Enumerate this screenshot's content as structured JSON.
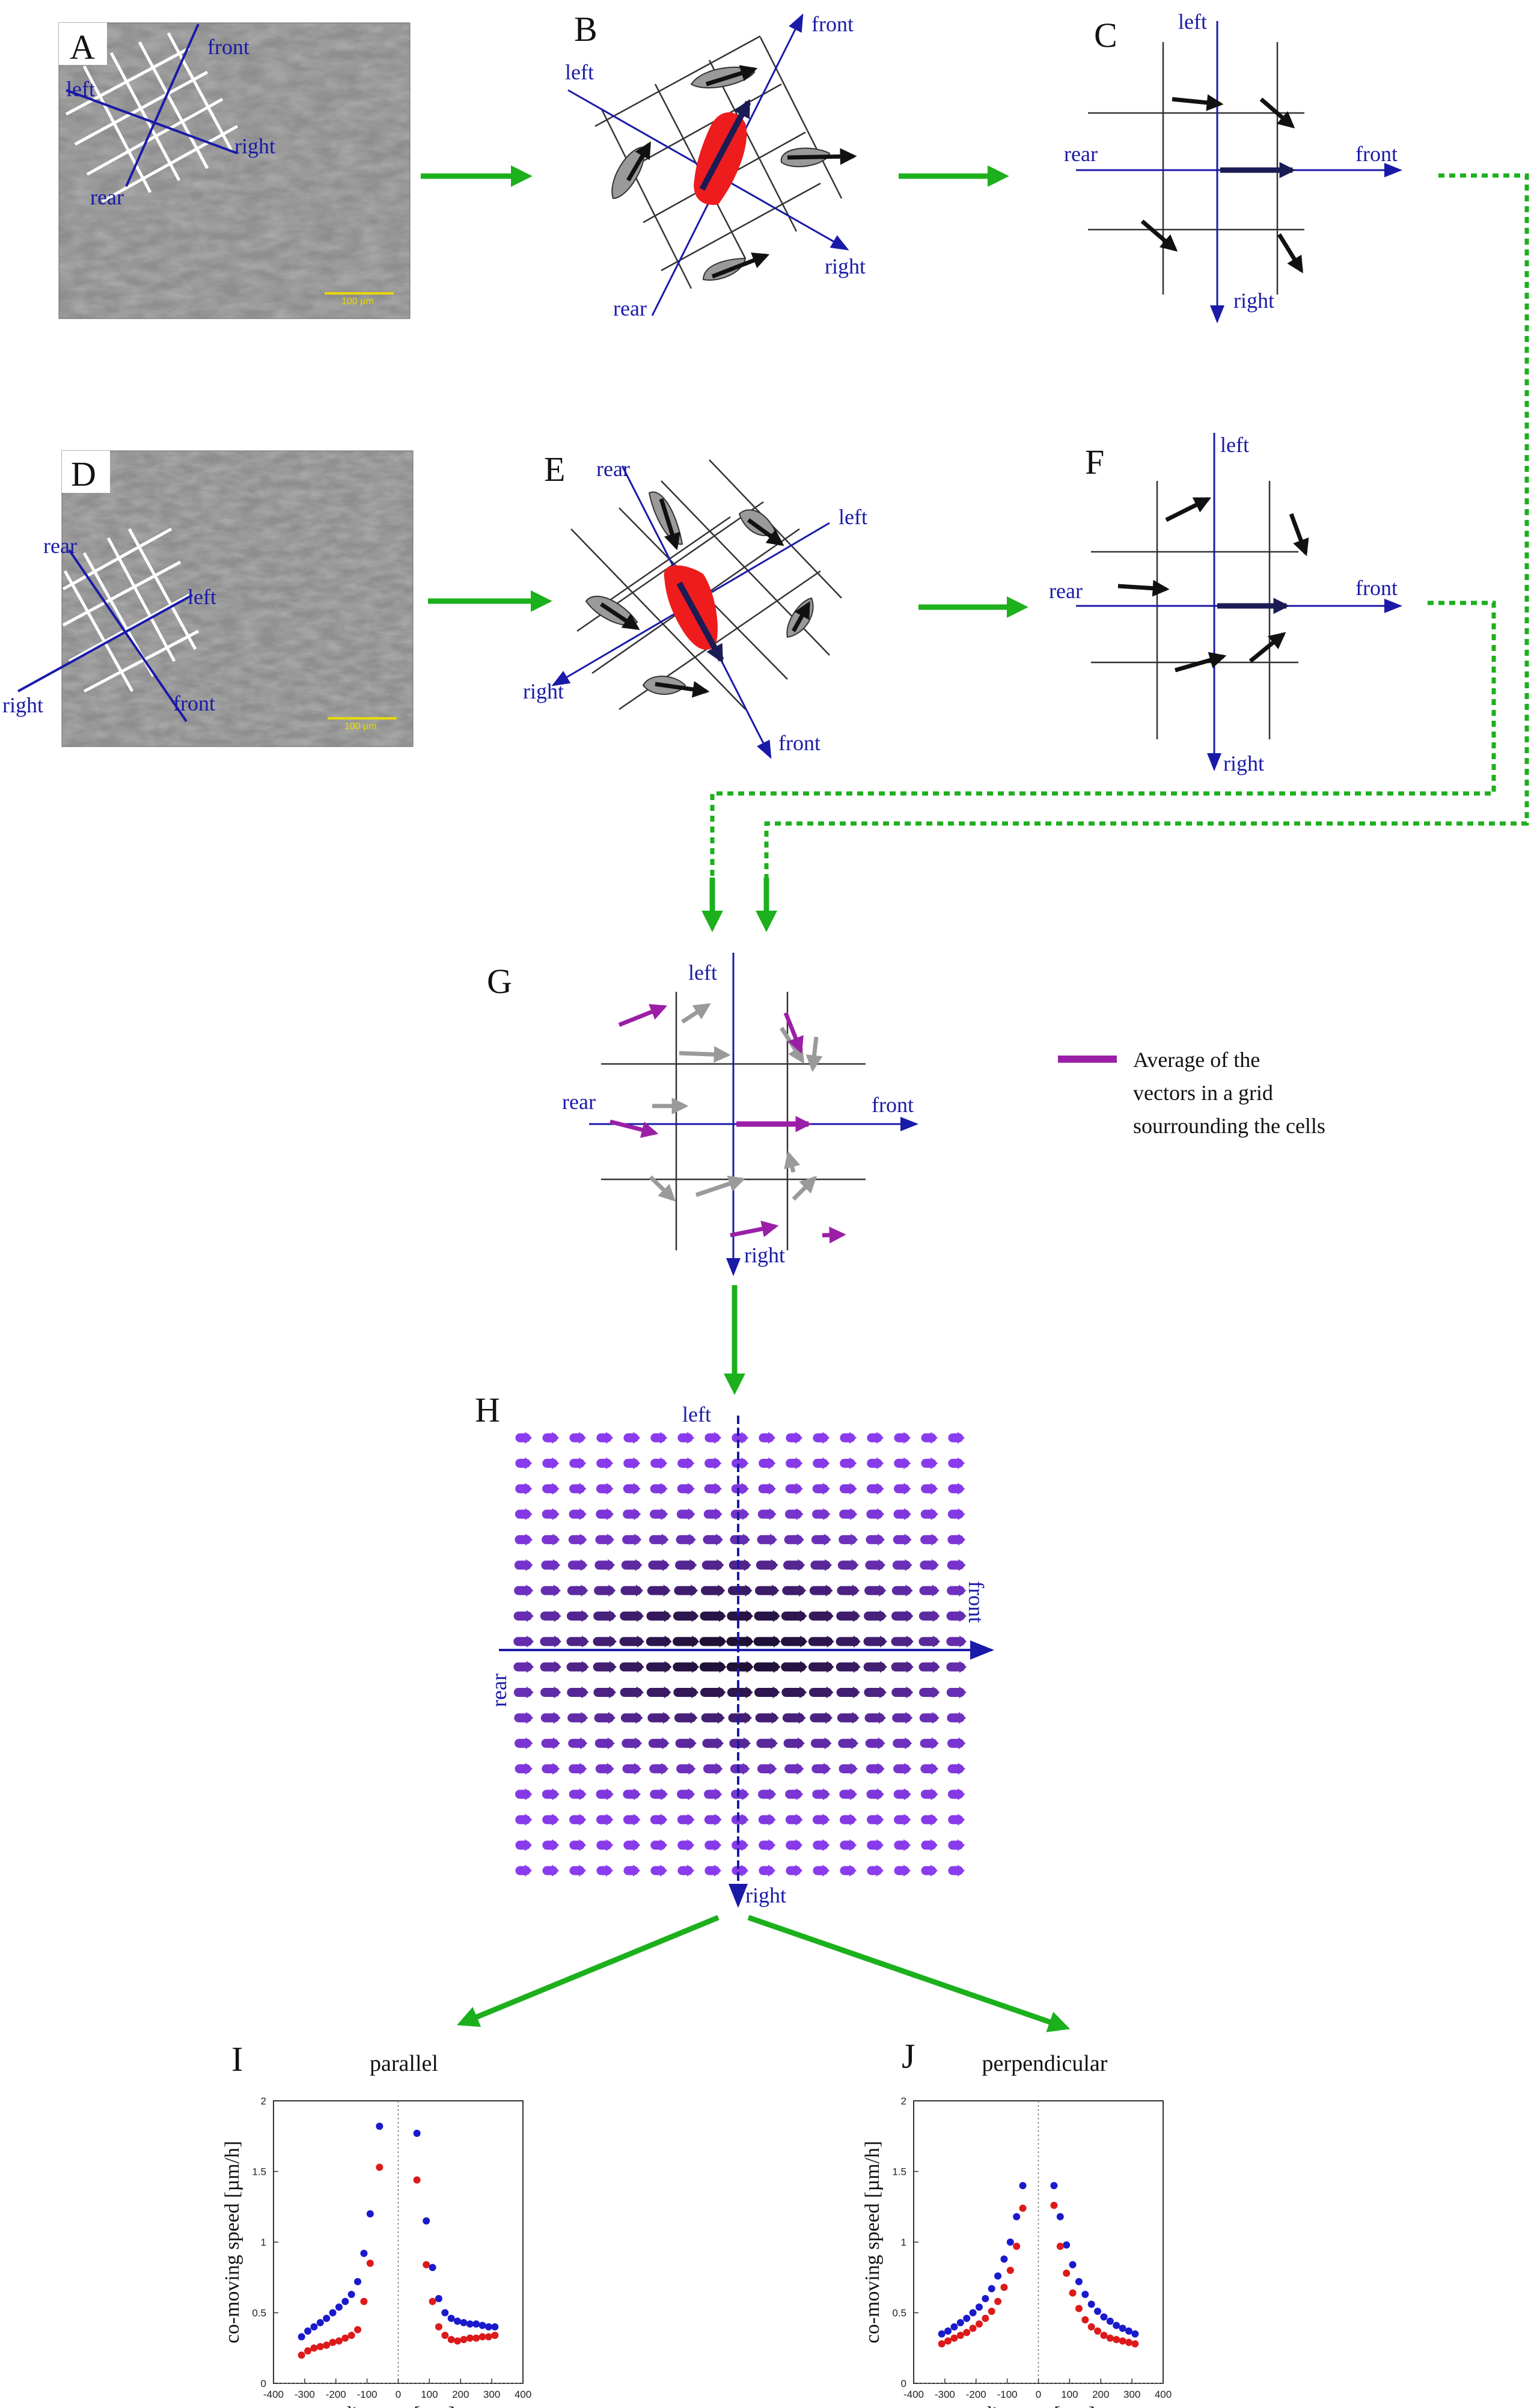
{
  "panels": {
    "A": {
      "letter": "A",
      "front": "front",
      "left": "left",
      "right": "right",
      "rear": "rear",
      "scale": "100 µm"
    },
    "B": {
      "letter": "B",
      "front": "front",
      "left": "left",
      "right": "right",
      "rear": "rear"
    },
    "C": {
      "letter": "C",
      "front": "front",
      "left": "left",
      "right": "right",
      "rear": "rear"
    },
    "D": {
      "letter": "D",
      "front": "front",
      "left": "left",
      "right": "right",
      "rear": "rear",
      "scale": "100 µm"
    },
    "E": {
      "letter": "E",
      "front": "front",
      "left": "left",
      "right": "right",
      "rear": "rear"
    },
    "F": {
      "letter": "F",
      "front": "front",
      "left": "left",
      "right": "right",
      "rear": "rear"
    },
    "G": {
      "letter": "G",
      "front": "front",
      "left": "left",
      "right": "right",
      "rear": "rear"
    },
    "H": {
      "letter": "H",
      "front": "front",
      "left": "left",
      "right": "right",
      "rear": "rear"
    }
  },
  "legend": {
    "line1": "Average of the",
    "line2": "vectors in a grid",
    "line3": "sourrounding the cells",
    "swatch_color": "#9b1fa6"
  },
  "colors": {
    "flow_arrow": "#1cb01c",
    "axis": "#1a1aa8",
    "cell_target": "#ee1c1c",
    "cell_neighbor": "#9a9a9a",
    "vector_black": "#111111",
    "vector_gray": "#9a9a9a",
    "vector_purple": "#9b1fa6",
    "series_blue": "#1a1acc",
    "series_red": "#dd1a1a"
  },
  "chart_data": [
    {
      "type": "scatter",
      "letter": "I",
      "title": "parallel",
      "xlabel": "distance [µm]",
      "ylabel": "co-moving speed [µm/h]",
      "xlim": [
        -400,
        400
      ],
      "ylim": [
        0,
        2
      ],
      "xticks": [
        -400,
        -300,
        -200,
        -100,
        0,
        100,
        200,
        300,
        400
      ],
      "yticks": [
        0,
        0.5,
        1,
        1.5,
        2
      ],
      "series": [
        {
          "color": "#1a1acc",
          "points": [
            [
              -310,
              0.33
            ],
            [
              -290,
              0.37
            ],
            [
              -270,
              0.4
            ],
            [
              -250,
              0.43
            ],
            [
              -230,
              0.46
            ],
            [
              -210,
              0.5
            ],
            [
              -190,
              0.54
            ],
            [
              -170,
              0.58
            ],
            [
              -150,
              0.63
            ],
            [
              -130,
              0.72
            ],
            [
              -110,
              0.92
            ],
            [
              -90,
              1.2
            ],
            [
              -60,
              1.82
            ],
            [
              60,
              1.77
            ],
            [
              90,
              1.15
            ],
            [
              110,
              0.82
            ],
            [
              130,
              0.6
            ],
            [
              150,
              0.5
            ],
            [
              170,
              0.46
            ],
            [
              190,
              0.44
            ],
            [
              210,
              0.43
            ],
            [
              230,
              0.42
            ],
            [
              250,
              0.42
            ],
            [
              270,
              0.41
            ],
            [
              290,
              0.4
            ],
            [
              310,
              0.4
            ]
          ]
        },
        {
          "color": "#dd1a1a",
          "points": [
            [
              -310,
              0.2
            ],
            [
              -290,
              0.23
            ],
            [
              -270,
              0.25
            ],
            [
              -250,
              0.26
            ],
            [
              -230,
              0.27
            ],
            [
              -210,
              0.29
            ],
            [
              -190,
              0.3
            ],
            [
              -170,
              0.32
            ],
            [
              -150,
              0.34
            ],
            [
              -130,
              0.38
            ],
            [
              -110,
              0.58
            ],
            [
              -90,
              0.85
            ],
            [
              -60,
              1.53
            ],
            [
              60,
              1.44
            ],
            [
              90,
              0.84
            ],
            [
              110,
              0.58
            ],
            [
              130,
              0.4
            ],
            [
              150,
              0.34
            ],
            [
              170,
              0.31
            ],
            [
              190,
              0.3
            ],
            [
              210,
              0.31
            ],
            [
              230,
              0.32
            ],
            [
              250,
              0.32
            ],
            [
              270,
              0.33
            ],
            [
              290,
              0.33
            ],
            [
              310,
              0.34
            ]
          ]
        }
      ]
    },
    {
      "type": "scatter",
      "letter": "J",
      "title": "perpendicular",
      "xlabel": "distance [µm]",
      "ylabel": "co-moving speed [µm/h]",
      "xlim": [
        -400,
        400
      ],
      "ylim": [
        0,
        2
      ],
      "xticks": [
        -400,
        -300,
        -200,
        -100,
        0,
        100,
        200,
        300,
        400
      ],
      "yticks": [
        0,
        0.5,
        1,
        1.5,
        2
      ],
      "series": [
        {
          "color": "#1a1acc",
          "points": [
            [
              -310,
              0.35
            ],
            [
              -290,
              0.37
            ],
            [
              -270,
              0.4
            ],
            [
              -250,
              0.43
            ],
            [
              -230,
              0.46
            ],
            [
              -210,
              0.5
            ],
            [
              -190,
              0.54
            ],
            [
              -170,
              0.6
            ],
            [
              -150,
              0.67
            ],
            [
              -130,
              0.76
            ],
            [
              -110,
              0.88
            ],
            [
              -90,
              1.0
            ],
            [
              -70,
              1.18
            ],
            [
              -50,
              1.4
            ],
            [
              50,
              1.4
            ],
            [
              70,
              1.18
            ],
            [
              90,
              0.98
            ],
            [
              110,
              0.84
            ],
            [
              130,
              0.72
            ],
            [
              150,
              0.63
            ],
            [
              170,
              0.56
            ],
            [
              190,
              0.51
            ],
            [
              210,
              0.47
            ],
            [
              230,
              0.44
            ],
            [
              250,
              0.41
            ],
            [
              270,
              0.39
            ],
            [
              290,
              0.37
            ],
            [
              310,
              0.35
            ]
          ]
        },
        {
          "color": "#dd1a1a",
          "points": [
            [
              -310,
              0.28
            ],
            [
              -290,
              0.3
            ],
            [
              -270,
              0.32
            ],
            [
              -250,
              0.34
            ],
            [
              -230,
              0.36
            ],
            [
              -210,
              0.39
            ],
            [
              -190,
              0.42
            ],
            [
              -170,
              0.46
            ],
            [
              -150,
              0.51
            ],
            [
              -130,
              0.58
            ],
            [
              -110,
              0.68
            ],
            [
              -90,
              0.8
            ],
            [
              -70,
              0.97
            ],
            [
              -50,
              1.24
            ],
            [
              50,
              1.26
            ],
            [
              70,
              0.97
            ],
            [
              90,
              0.78
            ],
            [
              110,
              0.64
            ],
            [
              130,
              0.53
            ],
            [
              150,
              0.45
            ],
            [
              170,
              0.4
            ],
            [
              190,
              0.37
            ],
            [
              210,
              0.34
            ],
            [
              230,
              0.32
            ],
            [
              250,
              0.31
            ],
            [
              270,
              0.3
            ],
            [
              290,
              0.29
            ],
            [
              310,
              0.28
            ]
          ]
        }
      ]
    }
  ]
}
